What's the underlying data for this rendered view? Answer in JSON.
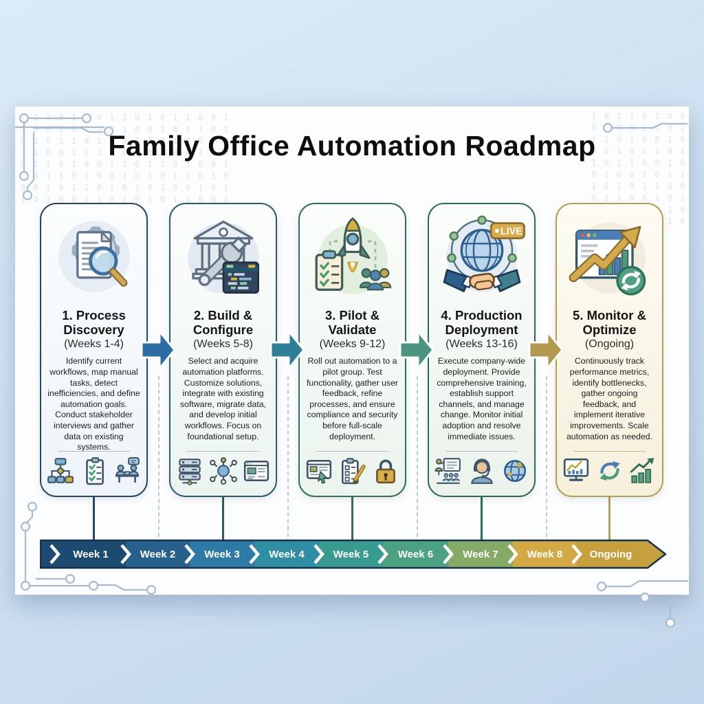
{
  "title": "Family Office Automation Roadmap",
  "cards": [
    {
      "title": "1. Process Discovery",
      "subtitle": "(Weeks 1-4)",
      "body": "Identify current workflows, map manual tasks, detect inefficiencies, and define automation goals. Conduct stakeholder interviews and gather data on existing systems.",
      "accent": "#24466b",
      "top_icon": "document-search-gear-icon",
      "bottom_icons": [
        "flowchart-icon",
        "checklist-icon",
        "stakeholder-interview-icon"
      ]
    },
    {
      "title": "2. Build & Configure",
      "subtitle": "(Weeks 5-8)",
      "body": "Select and acquire automation platforms. Customize solutions, integrate with existing software, migrate data, and develop initial workflows. Focus on foundational setup.",
      "accent": "#2a5c66",
      "top_icon": "bank-wrench-code-icon",
      "bottom_icons": [
        "server-stack-icon",
        "integration-network-icon",
        "software-window-icon"
      ]
    },
    {
      "title": "3. Pilot & Validate",
      "subtitle": "(Weeks 9-12)",
      "body": "Roll out automation to a pilot group. Test functionality, gather user feedback, refine processes, and ensure compliance and security before full-scale deployment.",
      "accent": "#2f6e60",
      "top_icon": "rocket-launch-checklist-team-icon",
      "bottom_icons": [
        "window-cursor-icon",
        "clipboard-pencil-icon",
        "security-lock-icon"
      ]
    },
    {
      "title": "4. Production Deployment",
      "subtitle": "(Weeks 13-16)",
      "body": "Execute company-wide deployment. Provide comprehensive training, establish support channels, and manage change. Monitor initial adoption and resolve immediate issues.",
      "accent": "#2d6b59",
      "badge": "LIVE",
      "top_icon": "globe-handshake-live-icon",
      "bottom_icons": [
        "training-presentation-icon",
        "support-headset-icon",
        "globe-icon"
      ]
    },
    {
      "title": "5. Monitor & Optimize",
      "subtitle": "(Ongoing)",
      "body": "Continuously track performance metrics, identify bottlenecks, gather ongoing feedback, and implement iterative improvements. Scale automation as needed.",
      "accent": "#b3a057",
      "top_icon": "dashboard-growth-sync-icon",
      "bottom_icons": [
        "monitor-chart-icon",
        "sync-arrows-icon",
        "growth-chart-icon"
      ]
    }
  ],
  "flow_arrow_colors": [
    "#2b6da4",
    "#2f7e97",
    "#4b9480",
    "#b19a4e"
  ],
  "timeline": {
    "segments": [
      {
        "label": "Week 1",
        "color": "#1d4a70"
      },
      {
        "label": "Week 2",
        "color": "#27608c"
      },
      {
        "label": "Week 3",
        "color": "#2e7aa6"
      },
      {
        "label": "Week 4",
        "color": "#2f8da4"
      },
      {
        "label": "Week 5",
        "color": "#399b90"
      },
      {
        "label": "Week 6",
        "color": "#4ca181"
      },
      {
        "label": "Week 7",
        "color": "#85aa66"
      },
      {
        "label": "Week 8",
        "color": "#d2a944"
      },
      {
        "label": "Ongoing",
        "color": "#c6a03c"
      }
    ]
  },
  "decor": {
    "binary_top_left": "0 1 1 0 1 0 0 1 1 0 1 0 1 1 0 0 1\n1 0 0 1 0 1 1 0 1 0 0 1 0 1 1 0 1\n0 1 0 1 1 0 1 0 0 1 1 0 1 0 0 1 0\n1 1 0 0 1 0 1 1 0 1 0 1 0 0 1 1 0\n0 1 1 0 1 0 0 1 1 0 1 1 0 1 0 0 1\n1 0 1 1 0 1 0 0 1 0 1 0 1 1 0 1 0\n0 0 1 0 1 1 0 1 0 1 0 1 0 0 1 0 1\n1 0 1 0 0 1 1 0 1 0 1 0 1 1 0 0 1",
    "binary_top_right": "1 0 1 1 0 1 0 0\n0 1 0 0 1 1 0 1\n1 1 0 1 0 0 1 0\n0 0 1 0 1 1 0 1\n1 0 1 1 0 0 1 0\n0 1 0 0 1 0 1 1\n1 0 1 0 1 1 0 0\n0 1 1 0 0 1 0 1\n1 0 0 1 1 0 1 0\n0 1 0 1 0 1 1 0"
  }
}
